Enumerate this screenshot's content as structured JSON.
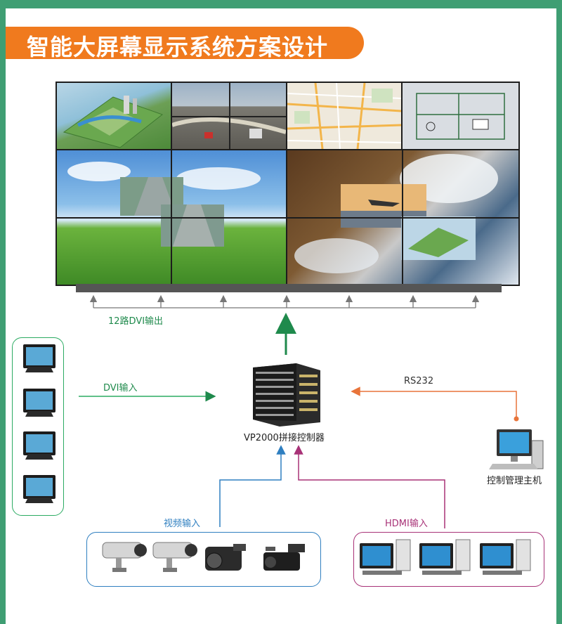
{
  "page": {
    "title": "智能大屏幕显示系统方案设计"
  },
  "colors": {
    "frame": "#3f9e73",
    "banner": "#f07a1e",
    "dvi_green": "#1f8a4c",
    "rs232_orange": "#e8743a",
    "video_blue": "#2f7fc0",
    "hdmi_magenta": "#a83277",
    "arrow_gray": "#777777"
  },
  "diagram": {
    "output_label": "12路DVI输出",
    "dvi_input_label": "DVI输入",
    "rs232_label": "RS232",
    "controller_label": "VP2000拼接控制器",
    "host_label": "控制管理主机",
    "video_input_label": "视频输入",
    "hdmi_input_label": "HDMI输入"
  },
  "icons": {
    "display_wall": "video-wall-icon",
    "dvi_source": "lcd-monitor-icon",
    "controller": "matrix-controller-icon",
    "host": "desktop-computer-icon",
    "camera": "surveillance-camera-icon",
    "camcorder": "camcorder-icon",
    "hdmi_source": "desktop-pc-icon"
  }
}
